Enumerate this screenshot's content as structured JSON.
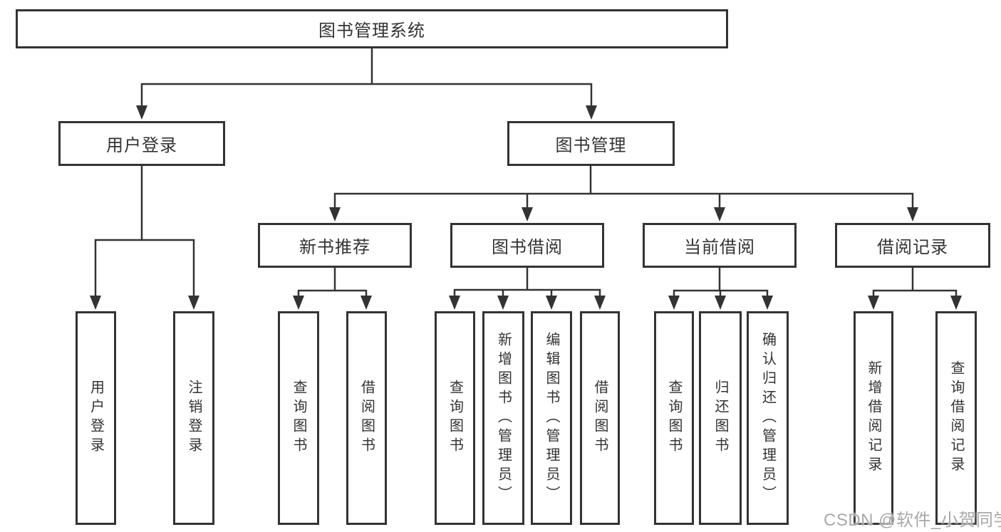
{
  "page": {
    "background": "#ffffff"
  },
  "diagram": {
    "colors": {
      "line": "#333333",
      "box_border": "#333333",
      "text": "#333333",
      "watermark": "#a8a8a8"
    },
    "tree": {
      "label": "图书管理系统",
      "children": [
        {
          "label": "用户登录",
          "children": [
            {
              "label": "用户登录"
            },
            {
              "label": "注销登录"
            }
          ]
        },
        {
          "label": "图书管理",
          "children": [
            {
              "label": "新书推荐",
              "children": [
                {
                  "label": "查询图书"
                },
                {
                  "label": "借阅图书"
                }
              ]
            },
            {
              "label": "图书借阅",
              "children": [
                {
                  "label": "查询图书"
                },
                {
                  "label": "新增图书（管理员）"
                },
                {
                  "label": "编辑图书（管理员）"
                },
                {
                  "label": "借阅图书"
                }
              ]
            },
            {
              "label": "当前借阅",
              "children": [
                {
                  "label": "查询图书"
                },
                {
                  "label": "归还图书"
                },
                {
                  "label": "确认归还（管理员）"
                }
              ]
            },
            {
              "label": "借阅记录",
              "children": [
                {
                  "label": "新增借阅记录"
                },
                {
                  "label": "查询借阅记录"
                }
              ]
            }
          ]
        }
      ]
    },
    "watermark": {
      "text": "CSDN @软件_小贺同学"
    }
  }
}
